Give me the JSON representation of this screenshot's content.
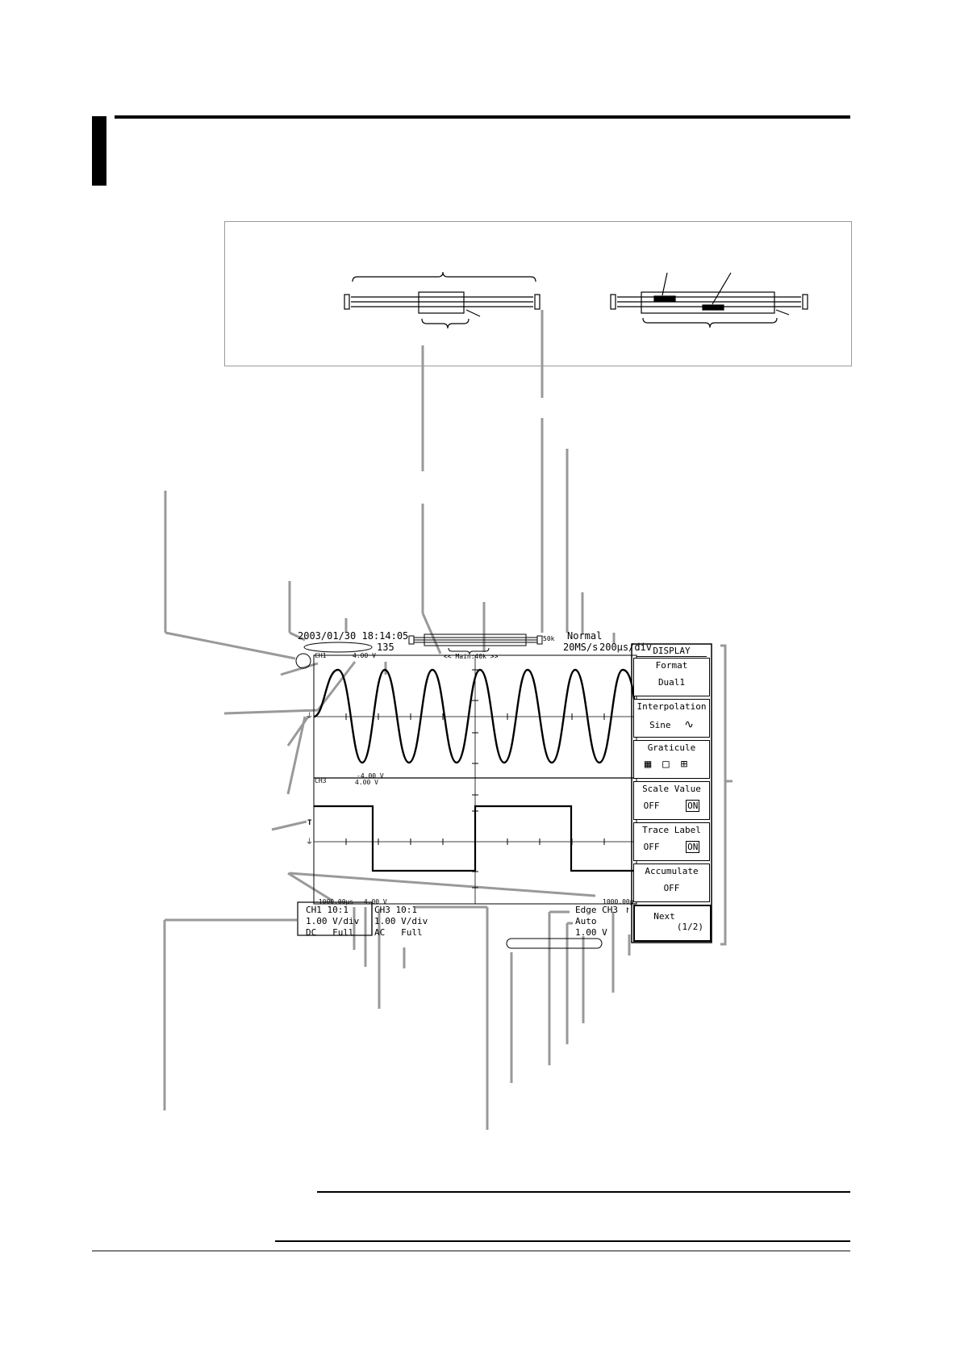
{
  "header": {
    "datetime": "2003/01/30 18:14:05",
    "acq_count": "135",
    "record_length": "50k",
    "trigger_mode": "Normal",
    "sample_rate": "20MS/s",
    "time_div": "200µs/div",
    "zoom_label": "<< Main:40k >>"
  },
  "upper_window": {
    "channel": "CH1",
    "top_scale": "4.00 V"
  },
  "lower_window": {
    "channel": "CH3",
    "top_scale_1": "-4.00 V",
    "top_scale_2": "4.00 V",
    "bottom_scale": "-4.00 V",
    "time_left": "-1000.00µs",
    "time_right": "1000.00µs",
    "trigger_marker": "T"
  },
  "ch1_settings": {
    "line1": "CH1 10:1",
    "line2": "1.00 V/div",
    "line3": "DC   Full"
  },
  "ch3_settings": {
    "line1": "CH3 10:1",
    "line2": "1.00 V/div",
    "line3": "AC   Full"
  },
  "trigger_settings": {
    "line1": "Edge CH3",
    "slope_icon": "rising-edge",
    "line2": "Auto",
    "line3": "1.00 V"
  },
  "softkey_menu": {
    "title": "DISPLAY",
    "items": [
      {
        "title": "Format",
        "value": "Dual1"
      },
      {
        "title": "Interpolation",
        "value": "Sine"
      },
      {
        "title": "Graticule",
        "value": ""
      },
      {
        "title": "Scale Value",
        "off": "OFF",
        "on": "ON"
      },
      {
        "title": "Trace Label",
        "off": "OFF",
        "on": "ON"
      },
      {
        "title": "Accumulate",
        "value": "OFF"
      }
    ],
    "next": {
      "label": "Next",
      "page": "(1/2)"
    }
  }
}
